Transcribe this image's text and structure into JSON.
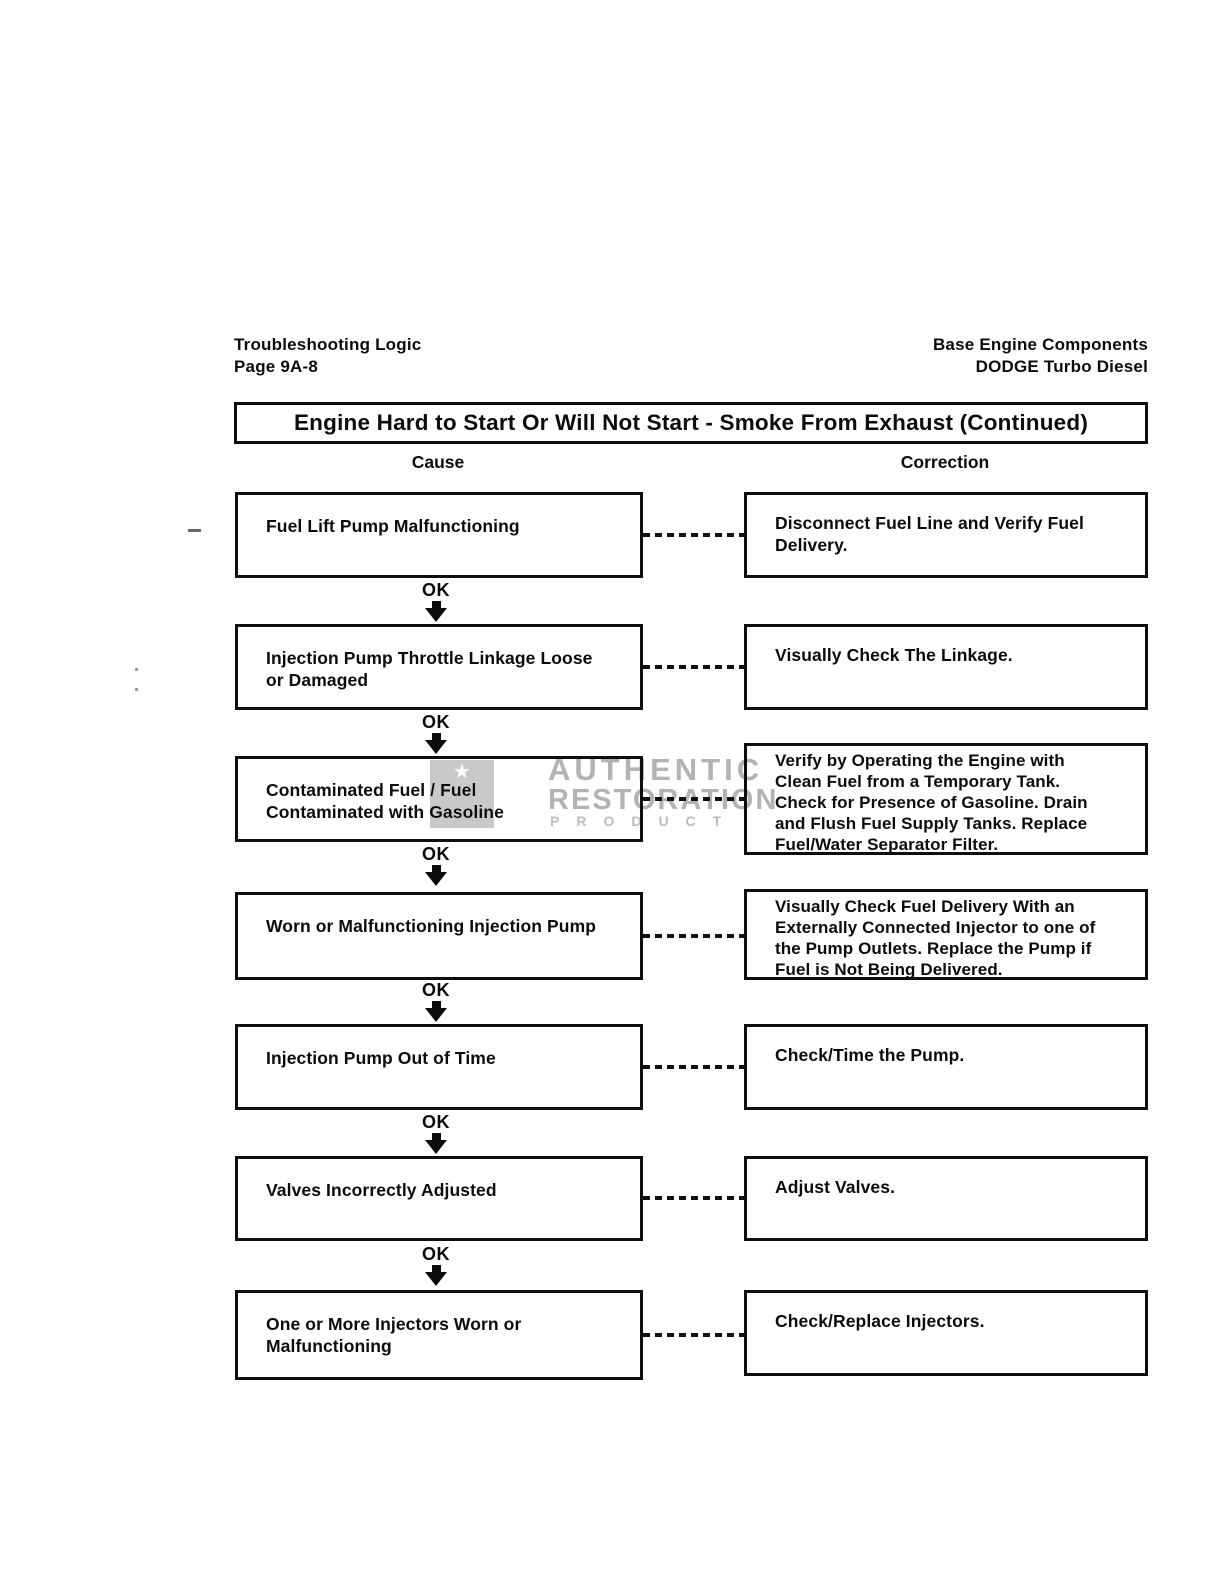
{
  "header": {
    "left_line1": "Troubleshooting Logic",
    "left_line2": "Page 9A-8",
    "right_line1": "Base Engine Components",
    "right_line2": "DODGE Turbo Diesel"
  },
  "title": "Engine Hard to Start Or Will Not Start - Smoke From Exhaust (Continued)",
  "columns": {
    "cause": "Cause",
    "correction": "Correction"
  },
  "ok_label": "OK",
  "rows": [
    {
      "cause_lines": [
        "Fuel Lift Pump Malfunctioning"
      ],
      "correction_lines": [
        "Disconnect Fuel Line and Verify Fuel",
        "Delivery."
      ]
    },
    {
      "cause_lines": [
        "Injection Pump Throttle Linkage Loose",
        "or Damaged"
      ],
      "correction_lines": [
        "Visually Check The Linkage."
      ]
    },
    {
      "cause_lines": [
        "Contaminated Fuel / Fuel",
        "Contaminated with Gasoline"
      ],
      "correction_lines": [
        "Verify by Operating the Engine with",
        "Clean Fuel from a Temporary Tank.",
        "Check for Presence of Gasoline. Drain",
        "and Flush Fuel Supply Tanks. Replace",
        "Fuel/Water Separator Filter."
      ]
    },
    {
      "cause_lines": [
        "Worn or Malfunctioning Injection Pump"
      ],
      "correction_lines": [
        "Visually Check Fuel Delivery With an",
        "Externally Connected Injector to one of",
        "the Pump Outlets. Replace the Pump if",
        "Fuel is Not Being Delivered."
      ]
    },
    {
      "cause_lines": [
        "Injection Pump Out of Time"
      ],
      "correction_lines": [
        "Check/Time the Pump."
      ]
    },
    {
      "cause_lines": [
        "Valves Incorrectly Adjusted"
      ],
      "correction_lines": [
        "Adjust Valves."
      ]
    },
    {
      "cause_lines": [
        "One or More Injectors Worn or",
        "Malfunctioning"
      ],
      "correction_lines": [
        "Check/Replace Injectors."
      ]
    }
  ],
  "watermark": {
    "line1": "AUTHENTIC",
    "line2": "RESTORATION",
    "line3": "PRODUCT",
    "text_color": "#b3b3b3",
    "logo_color": "#c9c9c9",
    "pentastar_icon": "★"
  }
}
